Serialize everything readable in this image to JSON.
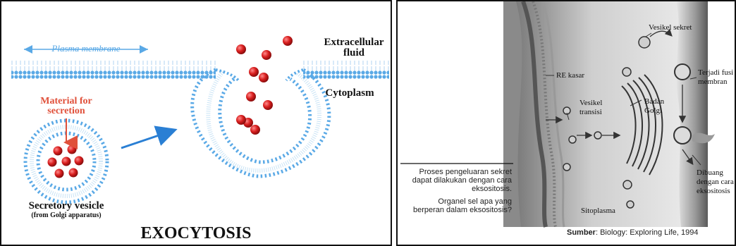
{
  "left": {
    "plasma_membrane": "Plasma membrane",
    "extracellular_line1": "Extracellular",
    "extracellular_line2": "fluid",
    "cytoplasm": "Cytoplasm",
    "material_line1": "Material for",
    "material_line2": "secretion",
    "vesicle_label": "Secretory vesicle",
    "vesicle_sub": "(from Golgi apparatus)",
    "title": "EXOCYTOSIS",
    "colors": {
      "membrane": "#5aa9e6",
      "cargo": "#d81e1e",
      "accent_label": "#e0503a",
      "arrow": "#2a7fd4"
    }
  },
  "right": {
    "vesikel_sekret": "Vesikel sekret",
    "terjadi_line1": "Terjadi fusi",
    "terjadi_line2": "membran",
    "re_kasar": "RE kasar",
    "vesikel_line1": "Vesikel",
    "vesikel_line2": "transisi",
    "badan_line1": "Badan",
    "badan_line2": "Golgi",
    "dibuang_line1": "Dibuang",
    "dibuang_line2": "dengan cara",
    "dibuang_line3": "eksositosis",
    "sitoplasma": "Sitoplasma",
    "caption_line1": "Proses pengeluaran sekret",
    "caption_line2": "dapat dilakukan dengan cara",
    "caption_line3": "eksositosis.",
    "question_line1": "Organel sel apa yang",
    "question_line2": "berperan dalam eksositosis?",
    "source_bold": "Sumber",
    "source_rest": ": Biology: Exploring Life, 1994"
  }
}
